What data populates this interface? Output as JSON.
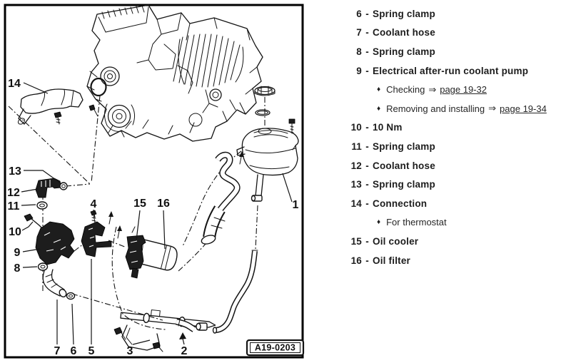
{
  "page": {
    "background": "#ffffff"
  },
  "diagram": {
    "figure_code": "A19-0203",
    "frame_color": "#000000",
    "line_color": "#141414",
    "callouts": [
      {
        "n": "14"
      },
      {
        "n": "13"
      },
      {
        "n": "12"
      },
      {
        "n": "11"
      },
      {
        "n": "10"
      },
      {
        "n": "9"
      },
      {
        "n": "8"
      },
      {
        "n": "7"
      },
      {
        "n": "6"
      },
      {
        "n": "5"
      },
      {
        "n": "3"
      },
      {
        "n": "2"
      },
      {
        "n": "4"
      },
      {
        "n": "15"
      },
      {
        "n": "16"
      },
      {
        "n": "1"
      }
    ]
  },
  "legend": {
    "separator": "-",
    "bullet_char": "♦",
    "items": [
      {
        "num": "6",
        "label": "Spring clamp"
      },
      {
        "num": "7",
        "label": "Coolant hose"
      },
      {
        "num": "8",
        "label": "Spring clamp"
      },
      {
        "num": "9",
        "label": "Electrical after-run coolant pump",
        "subs": [
          {
            "text": "Checking",
            "arrow": "⇒",
            "link": "page 19-32"
          },
          {
            "text": "Removing and installing",
            "arrow": "⇒",
            "link": "page 19-34"
          }
        ]
      },
      {
        "num": "10",
        "label": "10 Nm"
      },
      {
        "num": "11",
        "label": "Spring clamp"
      },
      {
        "num": "12",
        "label": "Coolant hose"
      },
      {
        "num": "13",
        "label": "Spring clamp"
      },
      {
        "num": "14",
        "label": "Connection",
        "subs": [
          {
            "text": "For thermostat"
          }
        ]
      },
      {
        "num": "15",
        "label": "Oil cooler"
      },
      {
        "num": "16",
        "label": "Oil filter"
      }
    ]
  }
}
